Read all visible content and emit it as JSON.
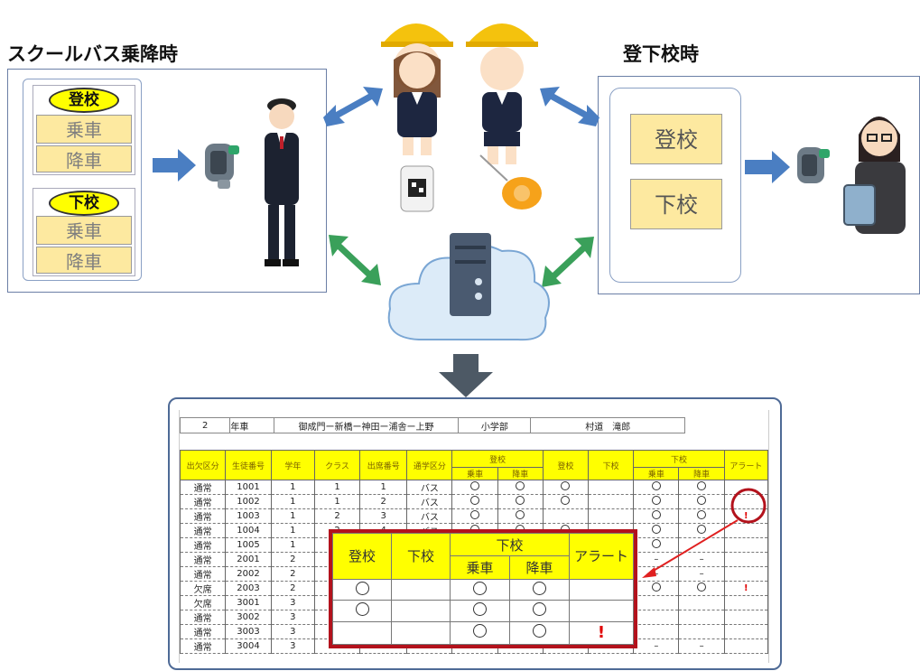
{
  "titles": {
    "left": "スクールバス乗降時",
    "right": "登下校時"
  },
  "bus_panel": {
    "to_school": "登校",
    "from_school": "下校",
    "board": "乗車",
    "alight": "降車"
  },
  "school_panel": {
    "to_school": "登校",
    "from_school": "下校"
  },
  "sheet": {
    "info": [
      "2",
      "年車",
      "御成門ー新橋ー神田ー浦舎ー上野",
      "小学部",
      "村道　滝郎"
    ],
    "headers": {
      "attendance": "出欠区分",
      "student_no": "生徒番号",
      "grade": "学年",
      "class": "クラス",
      "roll_no": "出席番号",
      "commute": "通学区分",
      "to_school": "登校",
      "board": "乗車",
      "alight": "降車",
      "arrive": "登校",
      "leave": "下校",
      "from_school": "下校",
      "board2": "乗車",
      "alight2": "降車",
      "alert": "アラート"
    },
    "rows": [
      {
        "att": "通常",
        "no": "1001",
        "grade": "1",
        "cls": "1",
        "roll": "1",
        "com": "バス",
        "b1": "o",
        "a1": "o",
        "arr": "o",
        "lv": "",
        "b2": "o",
        "a2": "o",
        "al": ""
      },
      {
        "att": "通常",
        "no": "1002",
        "grade": "1",
        "cls": "1",
        "roll": "2",
        "com": "バス",
        "b1": "o",
        "a1": "o",
        "arr": "o",
        "lv": "",
        "b2": "o",
        "a2": "o",
        "al": ""
      },
      {
        "att": "通常",
        "no": "1003",
        "grade": "1",
        "cls": "2",
        "roll": "3",
        "com": "バス",
        "b1": "o",
        "a1": "o",
        "arr": "",
        "lv": "",
        "b2": "o",
        "a2": "o",
        "al": "!"
      },
      {
        "att": "通常",
        "no": "1004",
        "grade": "1",
        "cls": "2",
        "roll": "4",
        "com": "バス",
        "b1": "o",
        "a1": "o",
        "arr": "o",
        "lv": "",
        "b2": "o",
        "a2": "o",
        "al": ""
      },
      {
        "att": "通常",
        "no": "1005",
        "grade": "1",
        "cls": "",
        "roll": "",
        "com": "",
        "b1": "",
        "a1": "",
        "arr": "",
        "lv": "",
        "b2": "o",
        "a2": "",
        "al": ""
      },
      {
        "att": "通常",
        "no": "2001",
        "grade": "2",
        "cls": "",
        "roll": "",
        "com": "",
        "b1": "",
        "a1": "",
        "arr": "",
        "lv": "",
        "b2": "–",
        "a2": "–",
        "al": ""
      },
      {
        "att": "通常",
        "no": "2002",
        "grade": "2",
        "cls": "",
        "roll": "",
        "com": "",
        "b1": "",
        "a1": "",
        "arr": "",
        "lv": "",
        "b2": "–",
        "a2": "–",
        "al": ""
      },
      {
        "att": "欠席",
        "no": "2003",
        "grade": "2",
        "cls": "",
        "roll": "",
        "com": "",
        "b1": "",
        "a1": "",
        "arr": "",
        "lv": "",
        "b2": "o",
        "a2": "o",
        "al": "!"
      },
      {
        "att": "欠席",
        "no": "3001",
        "grade": "3",
        "cls": "",
        "roll": "",
        "com": "",
        "b1": "",
        "a1": "",
        "arr": "",
        "lv": "",
        "b2": "",
        "a2": "",
        "al": ""
      },
      {
        "att": "通常",
        "no": "3002",
        "grade": "3",
        "cls": "",
        "roll": "",
        "com": "",
        "b1": "",
        "a1": "",
        "arr": "",
        "lv": "",
        "b2": "",
        "a2": "",
        "al": ""
      },
      {
        "att": "通常",
        "no": "3003",
        "grade": "3",
        "cls": "",
        "roll": "",
        "com": "",
        "b1": "",
        "a1": "",
        "arr": "",
        "lv": "",
        "b2": "",
        "a2": "",
        "al": ""
      },
      {
        "att": "通常",
        "no": "3004",
        "grade": "3",
        "cls": "",
        "roll": "",
        "com": "",
        "b1": "",
        "a1": "",
        "arr": "",
        "lv": "",
        "b2": "–",
        "a2": "–",
        "al": ""
      }
    ]
  },
  "zoom": {
    "to_school": "登校",
    "leave": "下校",
    "from_school": "下校",
    "board": "乗車",
    "alight": "降車",
    "alert": "アラート",
    "rows": [
      {
        "arr": "o",
        "lv": "",
        "b": "o",
        "a": "o",
        "al": ""
      },
      {
        "arr": "o",
        "lv": "",
        "b": "o",
        "a": "o",
        "al": ""
      },
      {
        "arr": "",
        "lv": "",
        "b": "o",
        "a": "o",
        "al": "!"
      }
    ]
  },
  "colors": {
    "blue_arrow": "#4a7ec2",
    "green_arrow": "#3aa05a",
    "alert_red": "#b3121c",
    "yellow": "#ffff00"
  }
}
